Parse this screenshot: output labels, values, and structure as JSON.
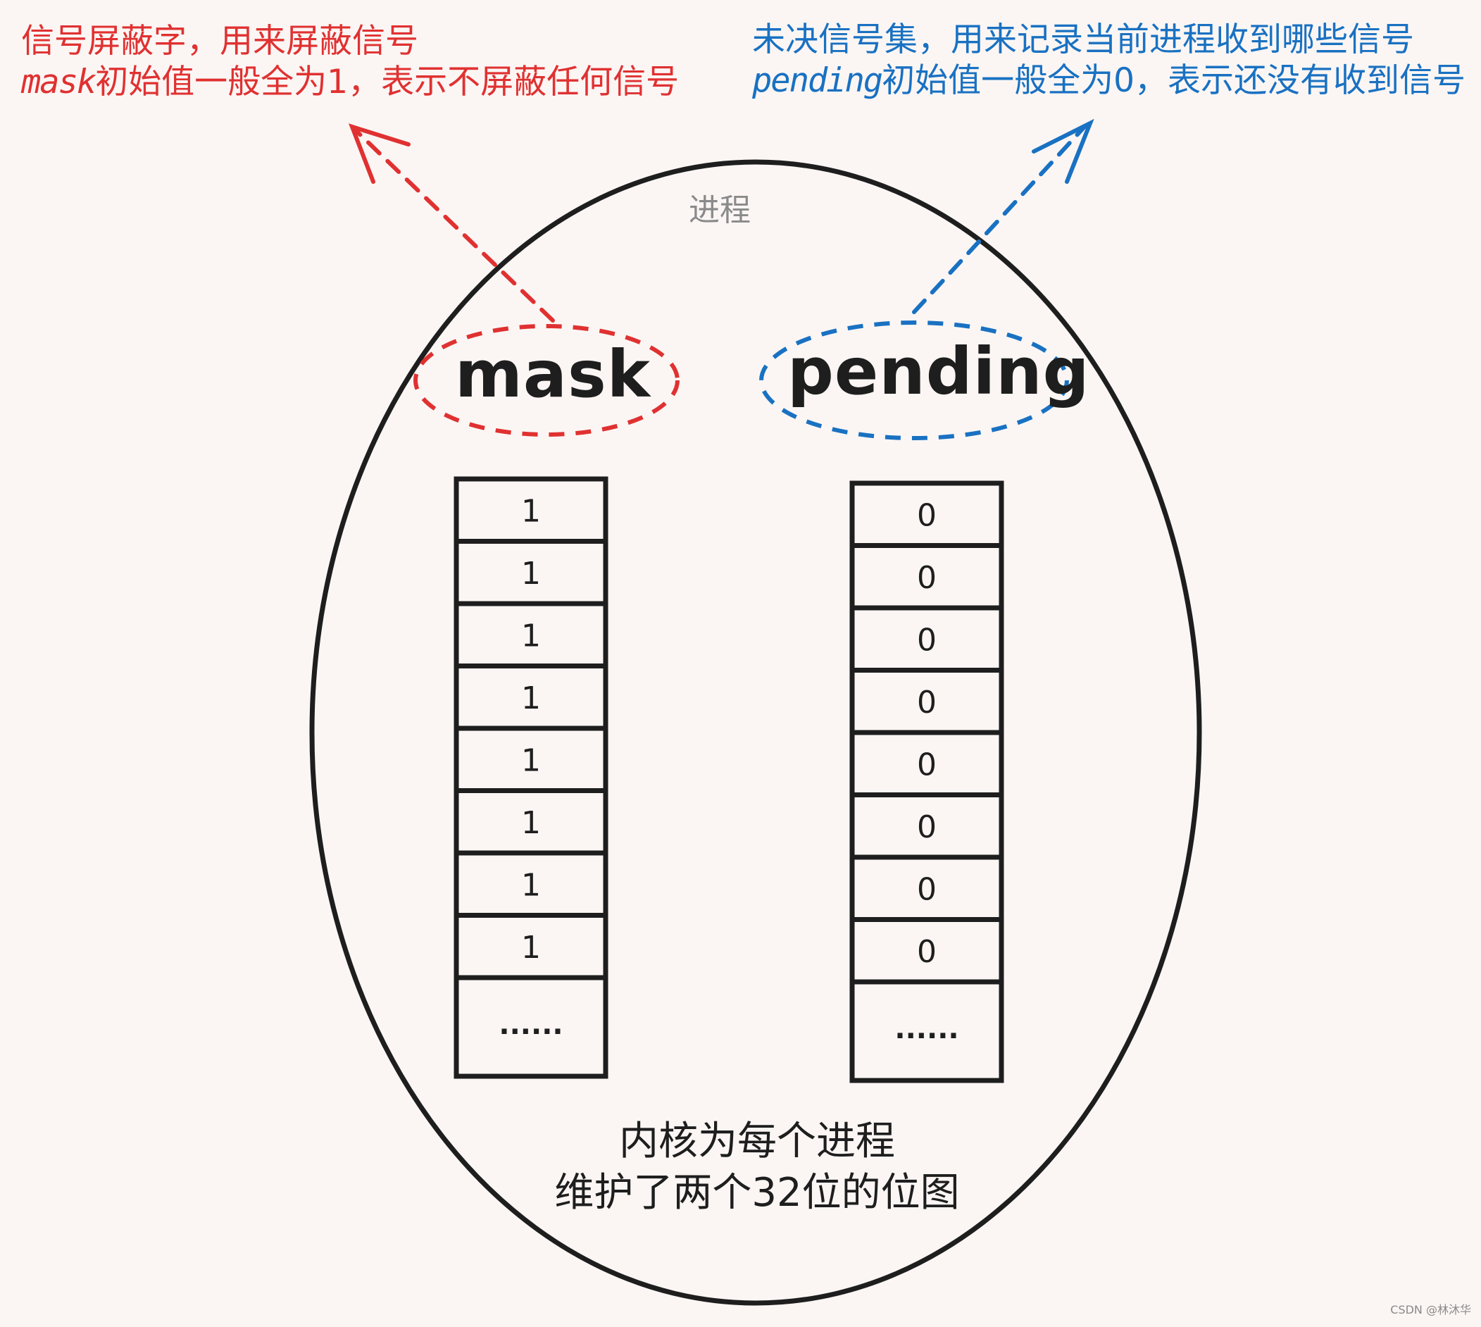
{
  "annotations": {
    "mask": {
      "line1": "信号屏蔽字，用来屏蔽信号",
      "line2_prefix": "mask",
      "line2_rest": "初始值一般全为1，表示不屏蔽任何信号"
    },
    "pending": {
      "line1": "未决信号集，用来记录当前进程收到哪些信号",
      "line2_prefix": "pending",
      "line2_rest": "初始值一般全为0，表示还没有收到信号"
    }
  },
  "process_label": "进程",
  "mask_label": "mask",
  "pending_label": "pending",
  "mask_cells": [
    "1",
    "1",
    "1",
    "1",
    "1",
    "1",
    "1",
    "1",
    "......"
  ],
  "pending_cells": [
    "0",
    "0",
    "0",
    "0",
    "0",
    "0",
    "0",
    "0",
    "......"
  ],
  "caption": {
    "line1": "内核为每个进程",
    "line2": "维护了两个32位的位图"
  },
  "watermark": "CSDN @林沐华",
  "colors": {
    "mask": "#e03131",
    "pending": "#1971c2",
    "stroke": "#1e1e1e",
    "background": "#fbf6f4"
  }
}
